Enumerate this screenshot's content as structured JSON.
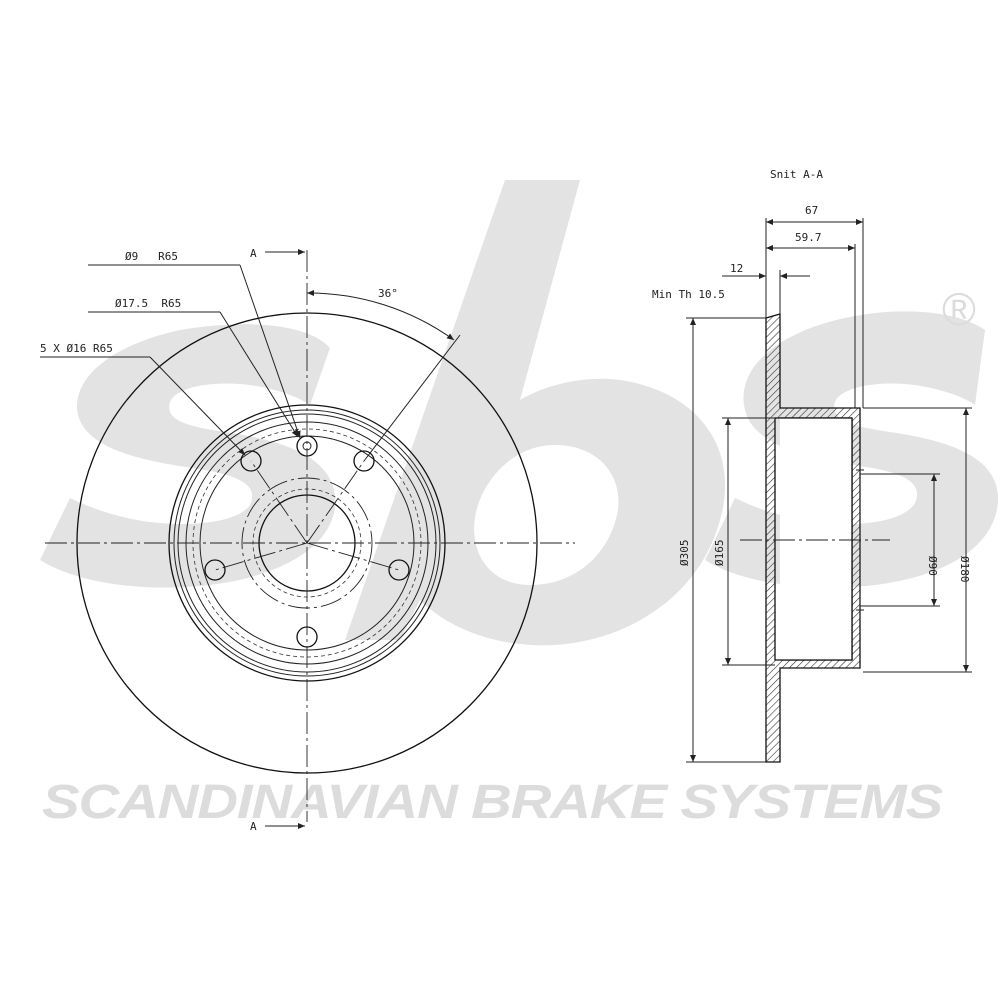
{
  "watermark": {
    "logo_text": "sbs",
    "registered_mark": "®",
    "company": "SCANDINAVIAN BRAKE SYSTEMS",
    "logo_color": "#e3e3e3",
    "text_color": "#dcdcdc"
  },
  "front_view": {
    "section_marker_top": "A",
    "section_marker_bottom": "A",
    "angle": "36°",
    "callouts": {
      "small_hole": "Ø9   R65",
      "medium_hole": "Ø17.5  R65",
      "bolt_holes": "5 X Ø16 R65"
    }
  },
  "section_view": {
    "title": "Snit A-A",
    "dimensions": {
      "overall_height": "67",
      "hat_height": "59.7",
      "thickness": "12",
      "min_thickness": "Min Th 10.5",
      "disc_diameter": "Ø305",
      "hat_outer_diameter": "Ø165",
      "center_bore": "Ø90",
      "hat_diameter": "Ø180"
    }
  },
  "colors": {
    "line": "#222222",
    "hatch": "#333333"
  }
}
